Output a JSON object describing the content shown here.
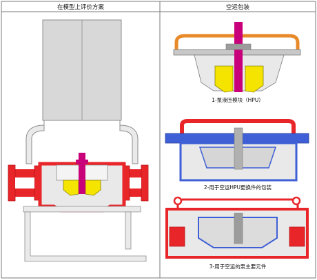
{
  "panels": {
    "left_header": "在模型上评价方案",
    "right_header": "空运包装"
  },
  "captions": [
    "1-泵液压模块（HPU）",
    "2-用于空运HPU更换件的包装",
    "3-用于空运的泵主要元件"
  ],
  "colors": {
    "outline": "#7a7a7a",
    "pipe_red": "#e8262a",
    "pump_yellow": "#f5e400",
    "shaft_magenta": "#c8007a",
    "motor_gray": "#d8d8d8",
    "orange_frame": "#e88a2a",
    "blue_box": "#3e5fd6",
    "casing_light": "#e9e9e9"
  }
}
